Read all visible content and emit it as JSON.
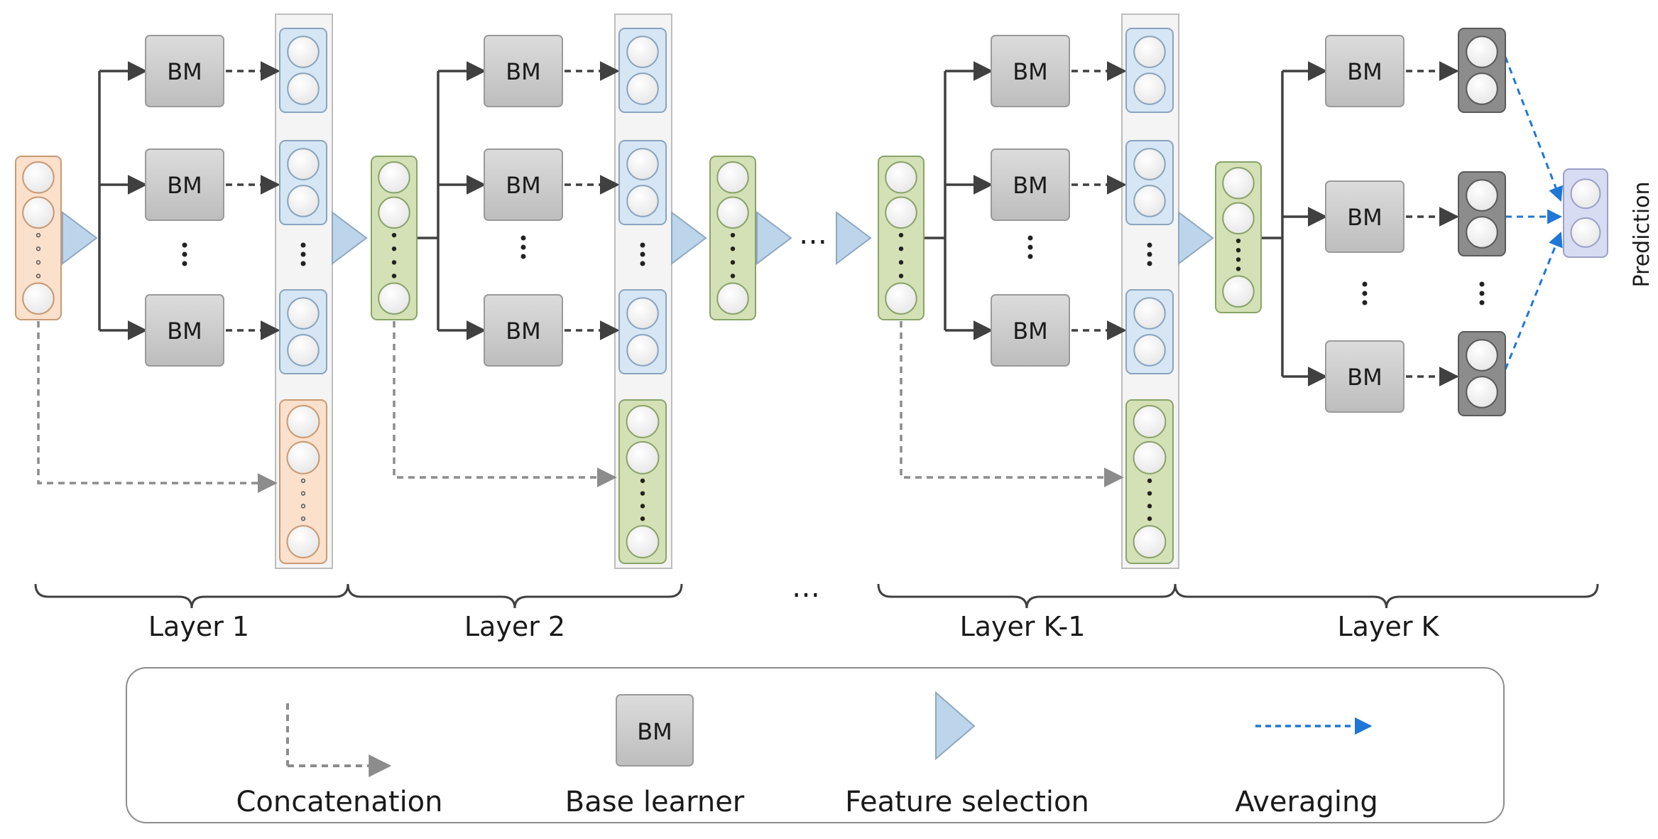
{
  "diagram": {
    "base_label": "BM",
    "output_label": "Prediction",
    "ellipsis": "…",
    "layers": [
      "Layer 1",
      "Layer 2",
      "Layer K-1",
      "Layer K"
    ]
  },
  "legend": {
    "concatenation": "Concatenation",
    "base_learner": "Base learner",
    "base_learner_box": "BM",
    "feature_selection": "Feature selection",
    "averaging": "Averaging"
  },
  "colors": {
    "orange_fill": "#fbe0cc",
    "orange_stroke": "#c89a74",
    "green_fill": "#d4e1b6",
    "green_stroke": "#8aa36a",
    "blue_fill": "#d6e6f4",
    "blue_stroke": "#8aa4be",
    "dark_fill": "#8c8c8c",
    "bm_fill": "#cfcfcf",
    "bm_stroke": "#9a9a9a",
    "triangle_fill": "#bcd5ea",
    "triangle_stroke": "#8ea8c0",
    "pred_fill": "#d8dcf2",
    "pred_stroke": "#9aa0c6",
    "line": "#404040",
    "concat_line": "#8c8c8c",
    "avg_line": "#1f77d6"
  }
}
